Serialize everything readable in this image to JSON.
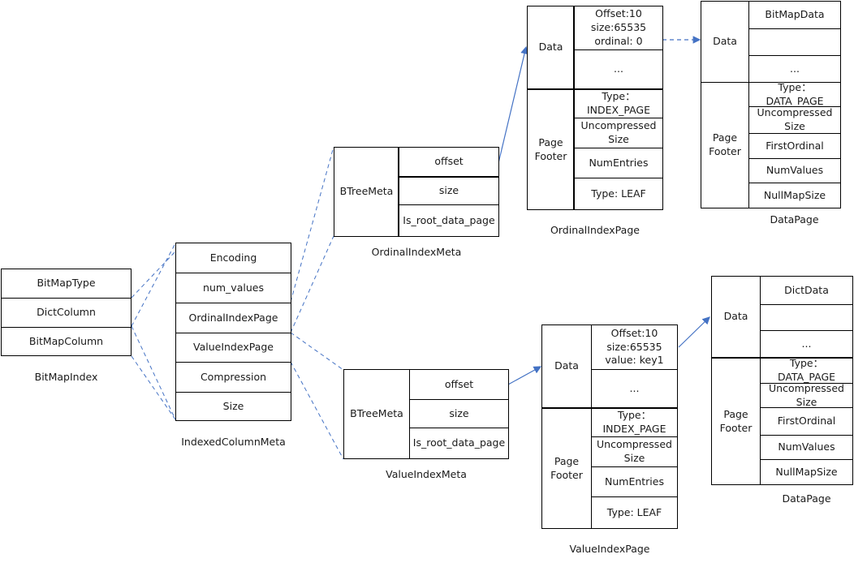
{
  "bitmap_index": {
    "rows": [
      "BitMapType",
      "DictColumn",
      "BitMapColumn"
    ],
    "caption": "BitMapIndex"
  },
  "indexed_column_meta": {
    "rows": [
      "Encoding",
      "num_values",
      "OrdinalIndexPage",
      "ValueIndexPage",
      "Compression",
      "Size"
    ],
    "caption": "IndexedColumnMeta"
  },
  "ordinal_index_meta": {
    "label": "BTreeMeta",
    "rows": [
      "offset",
      "size",
      "Is_root_data_page"
    ],
    "caption": "OrdinalIndexMeta"
  },
  "value_index_meta": {
    "label": "BTreeMeta",
    "rows": [
      "offset",
      "size",
      "Is_root_data_page"
    ],
    "caption": "ValueIndexMeta"
  },
  "ordinal_index_page": {
    "data_label": "Data",
    "footer_label": "Page\nFooter",
    "data_rows": [
      "Offset:10\nsize:65535\nordinal: 0",
      "..."
    ],
    "footer_rows": [
      "Type：\nINDEX_PAGE",
      "Uncompressed\nSize",
      "NumEntries",
      "Type: LEAF"
    ],
    "caption": "OrdinalIndexPage"
  },
  "value_index_page": {
    "data_label": "Data",
    "footer_label": "Page\nFooter",
    "data_rows": [
      "Offset:10\nsize:65535\nvalue: key1",
      "..."
    ],
    "footer_rows": [
      "Type：\nINDEX_PAGE",
      "Uncompressed\nSize",
      "NumEntries",
      "Type: LEAF"
    ],
    "caption": "ValueIndexPage"
  },
  "data_page_top": {
    "data_label": "Data",
    "footer_label": "Page\nFooter",
    "data_rows": [
      "BitMapData",
      "",
      "..."
    ],
    "footer_rows": [
      "Type：\nDATA_PAGE",
      "Uncompressed\nSize",
      "FirstOrdinal",
      "NumValues",
      "NullMapSize"
    ],
    "caption": "DataPage"
  },
  "data_page_bottom": {
    "data_label": "Data",
    "footer_label": "Page\nFooter",
    "data_rows": [
      "DictData",
      "",
      "..."
    ],
    "footer_rows": [
      "Type：\nDATA_PAGE",
      "Uncompressed\nSize",
      "FirstOrdinal",
      "NumValues",
      "NullMapSize"
    ],
    "caption": "DataPage"
  },
  "colors": {
    "dashed": "#4472C4",
    "arrow": "#4472C4",
    "border": "#000000"
  }
}
